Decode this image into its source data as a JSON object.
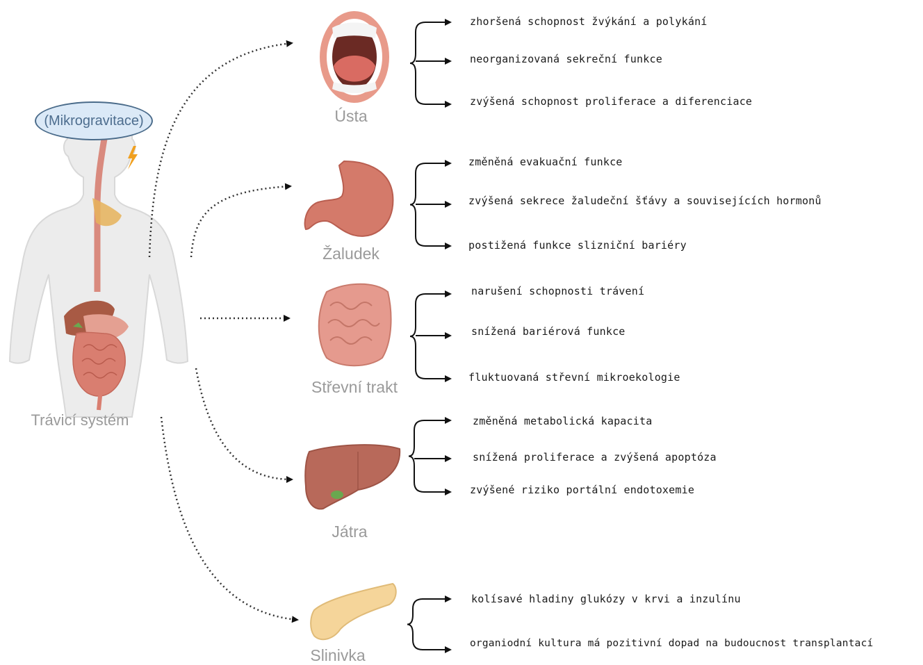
{
  "stimulus": {
    "label": "(Mikrogravitace)"
  },
  "system": {
    "label": "Trávicí systém"
  },
  "organs": [
    {
      "name": "Ústa",
      "effects": [
        "zhoršená schopnost žvýkání a polykání",
        "neorganizovaná sekreční funkce",
        "zvýšená schopnost proliferace a diferenciace"
      ]
    },
    {
      "name": "Žaludek",
      "effects": [
        "změněná evakuační funkce",
        "zvýšená sekrece žaludeční šťávy a souvisejících hormonů",
        "postižená funkce slizniční bariéry"
      ]
    },
    {
      "name": "Střevní trakt",
      "effects": [
        "narušení schopnosti trávení",
        "snížená bariérová funkce",
        "fluktuovaná střevní mikroekologie"
      ]
    },
    {
      "name": "Játra",
      "effects": [
        "změněná metabolická kapacita",
        "snížená proliferace a zvýšená apoptóza",
        "zvýšené riziko portální endotoxemie"
      ]
    },
    {
      "name": "Slinivka",
      "effects": [
        "kolísavé hladiny glukózy v krvi a inzulínu",
        "organiodní kultura má pozitivní dopad na budoucnost transplantací"
      ]
    }
  ]
}
